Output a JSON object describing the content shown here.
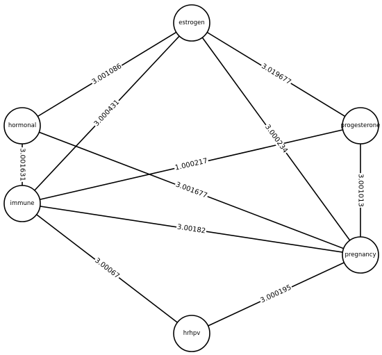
{
  "graph": {
    "nodes": [
      {
        "id": "estrogen",
        "label": "estrogen"
      },
      {
        "id": "hormonal",
        "label": "hormonal"
      },
      {
        "id": "progesterone",
        "label": "progesterone"
      },
      {
        "id": "immune",
        "label": "immune"
      },
      {
        "id": "pregnancy",
        "label": "pregnancy"
      },
      {
        "id": "hrhpv",
        "label": "hrhpv"
      }
    ],
    "edges": [
      {
        "source": "hormonal",
        "target": "estrogen",
        "weight": "3.001086"
      },
      {
        "source": "immune",
        "target": "estrogen",
        "weight": "3.000431"
      },
      {
        "source": "estrogen",
        "target": "progesterone",
        "weight": "3.019677"
      },
      {
        "source": "estrogen",
        "target": "pregnancy",
        "weight": "3.000234"
      },
      {
        "source": "hormonal",
        "target": "immune",
        "weight": "3.001631"
      },
      {
        "source": "hormonal",
        "target": "pregnancy",
        "weight": "3.001677"
      },
      {
        "source": "immune",
        "target": "progesterone",
        "weight": "1.000217"
      },
      {
        "source": "progesterone",
        "target": "pregnancy",
        "weight": "3.001013"
      },
      {
        "source": "immune",
        "target": "pregnancy",
        "weight": "3.00182"
      },
      {
        "source": "immune",
        "target": "hrhpv",
        "weight": "3.00067"
      },
      {
        "source": "hrhpv",
        "target": "pregnancy",
        "weight": "3.000195"
      }
    ]
  }
}
